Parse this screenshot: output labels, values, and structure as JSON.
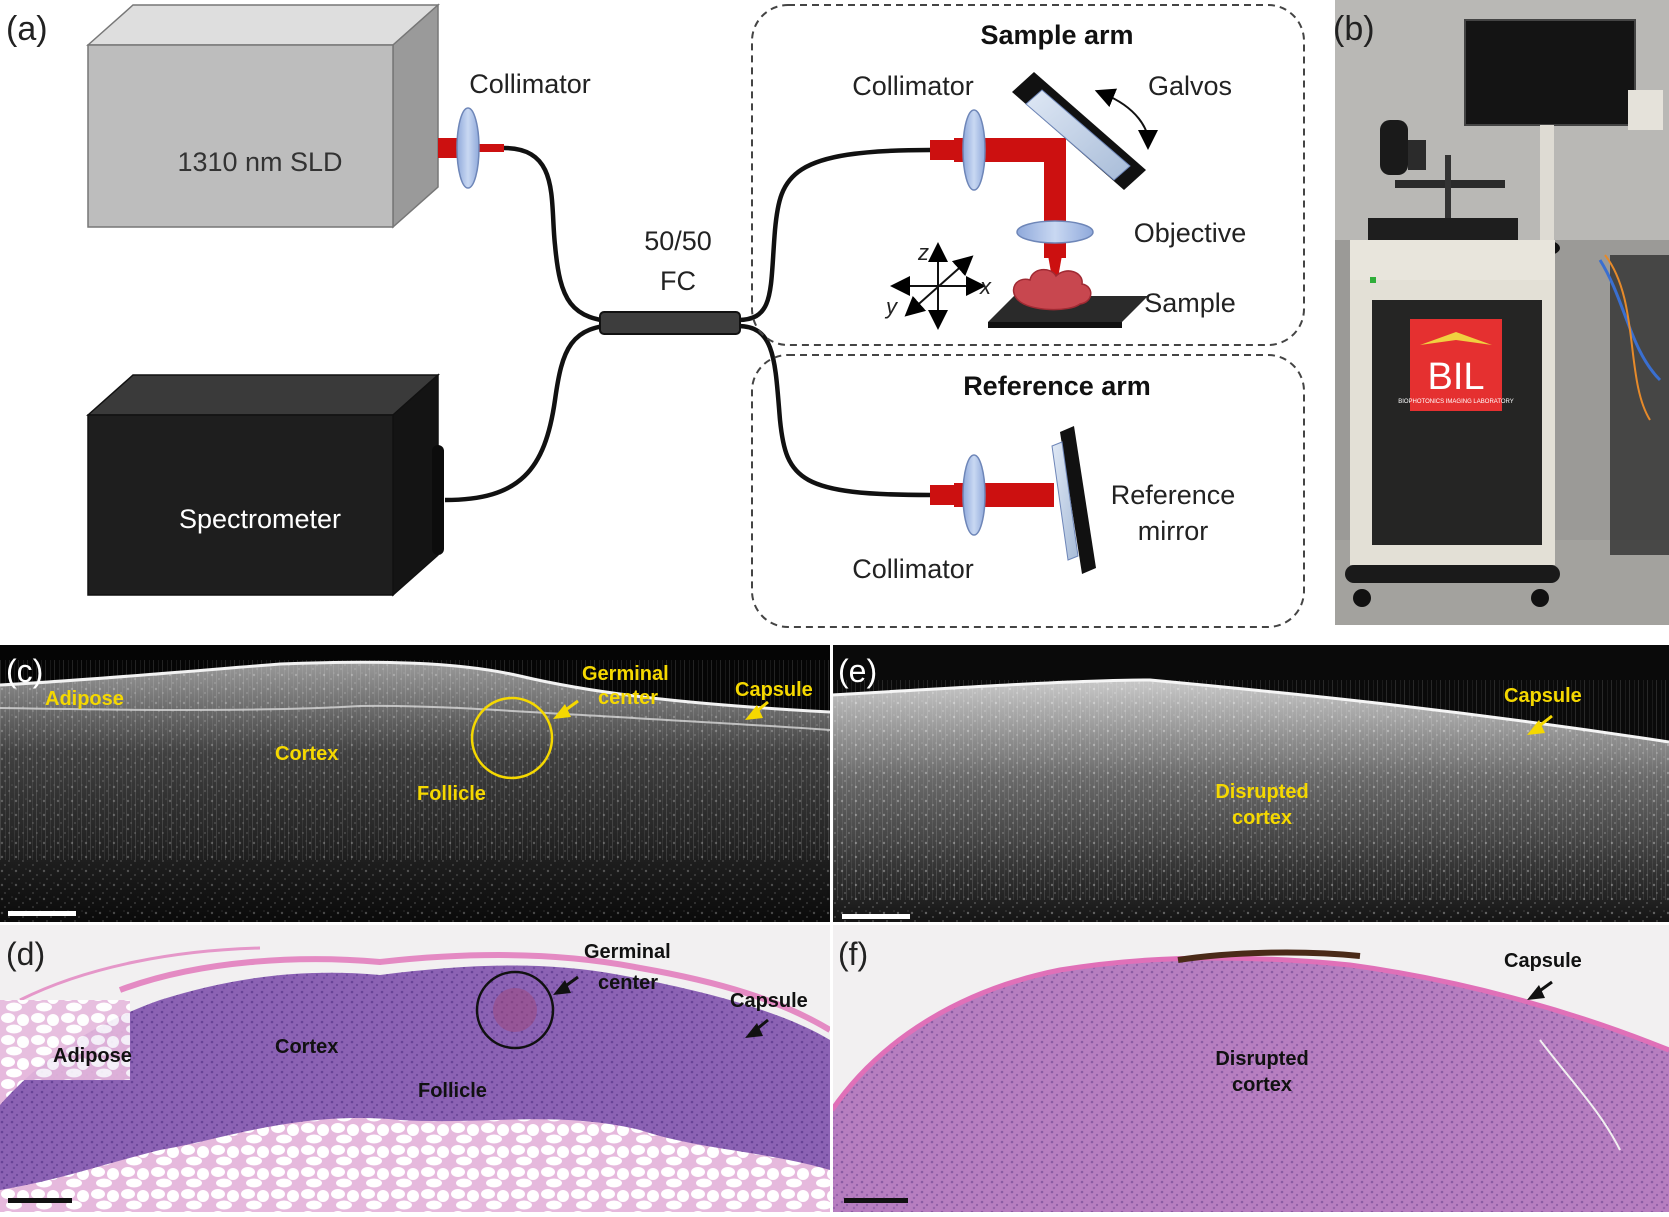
{
  "panel_labels": {
    "a": "(a)",
    "b": "(b)",
    "c": "(c)",
    "d": "(d)",
    "e": "(e)",
    "f": "(f)"
  },
  "setup": {
    "sld_label": "1310 nm SLD",
    "spectrometer_label": "Spectrometer",
    "collimator_top_label": "Collimator",
    "coupler_label_line1": "50/50",
    "coupler_label_line2": "FC",
    "sample_arm_title": "Sample arm",
    "sample_collimator_label": "Collimator",
    "galvos_label": "Galvos",
    "objective_label": "Objective",
    "sample_label": "Sample",
    "axis_x": "x",
    "axis_y": "y",
    "axis_z": "z",
    "reference_arm_title": "Reference arm",
    "reference_collimator_label": "Collimator",
    "reference_mirror_line1": "Reference",
    "reference_mirror_line2": "mirror"
  },
  "photo": {
    "logo_text": "BIL",
    "logo_subtext": "BIOPHOTONICS IMAGING LABORATORY"
  },
  "oct_normal": {
    "adipose": "Adipose",
    "cortex": "Cortex",
    "follicle": "Follicle",
    "germinal_line1": "Germinal",
    "germinal_line2": "center",
    "capsule": "Capsule"
  },
  "hist_normal": {
    "adipose": "Adipose",
    "cortex": "Cortex",
    "follicle": "Follicle",
    "germinal_line1": "Germinal",
    "germinal_line2": "center",
    "capsule": "Capsule"
  },
  "oct_tumor": {
    "capsule": "Capsule",
    "disrupted_line1": "Disrupted",
    "disrupted_line2": "cortex"
  },
  "hist_tumor": {
    "capsule": "Capsule",
    "disrupted_line1": "Disrupted",
    "disrupted_line2": "cortex"
  },
  "colors": {
    "laser_red": "#cc1010",
    "lens_blue": "#a9c0e6",
    "oct_label_yellow": "#f5d800",
    "he_pink": "#d88fc8",
    "he_purple": "#7a4aa6",
    "box_gray": "#bdbdbd",
    "box_black": "#1e1e1e"
  }
}
